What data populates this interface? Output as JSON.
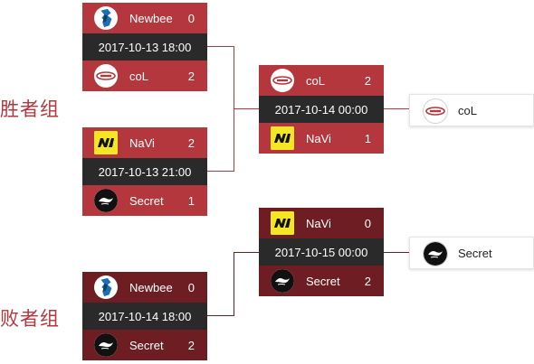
{
  "groups": {
    "upper_label": "胜者组",
    "lower_label": "败者组"
  },
  "matches": {
    "u1": {
      "team_a": {
        "name": "Newbee",
        "score": "0",
        "logo": "newbee-icon"
      },
      "time": "2017-10-13 18:00",
      "team_b": {
        "name": "coL",
        "score": "2",
        "logo": "col-icon"
      }
    },
    "u2": {
      "team_a": {
        "name": "NaVi",
        "score": "2",
        "logo": "navi-icon"
      },
      "time": "2017-10-13 21:00",
      "team_b": {
        "name": "Secret",
        "score": "1",
        "logo": "secret-icon"
      }
    },
    "uf": {
      "team_a": {
        "name": "coL",
        "score": "2",
        "logo": "col-icon"
      },
      "time": "2017-10-14 00:00",
      "team_b": {
        "name": "NaVi",
        "score": "1",
        "logo": "navi-icon"
      }
    },
    "l1": {
      "team_a": {
        "name": "Newbee",
        "score": "0",
        "logo": "newbee-icon"
      },
      "time": "2017-10-14 18:00",
      "team_b": {
        "name": "Secret",
        "score": "2",
        "logo": "secret-icon"
      }
    },
    "lf": {
      "team_a": {
        "name": "NaVi",
        "score": "0",
        "logo": "navi-icon"
      },
      "time": "2017-10-15 00:00",
      "team_b": {
        "name": "Secret",
        "score": "2",
        "logo": "secret-icon"
      }
    }
  },
  "winners": {
    "upper": {
      "name": "coL",
      "logo": "col-icon"
    },
    "lower": {
      "name": "Secret",
      "logo": "secret-icon"
    }
  },
  "colors": {
    "upper_bg": "#b3373c",
    "lower_bg": "#6e1d22",
    "time_bg": "#2a2a2a"
  }
}
